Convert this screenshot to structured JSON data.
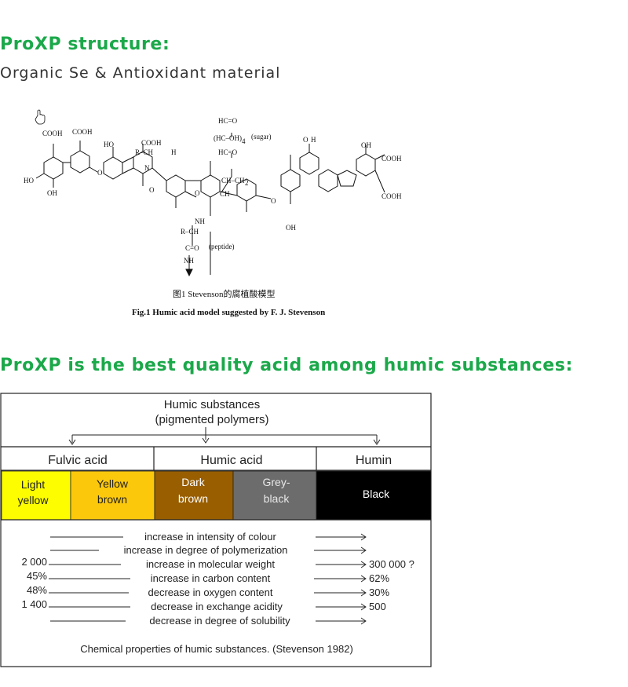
{
  "section1": {
    "heading": "ProXP structure:",
    "subtitle": "Organic Se & Antioxidant material"
  },
  "structure_figure": {
    "cursor_icon": "hand-cursor-icon",
    "labels": {
      "cooh_1": "COOH",
      "cooh_2": "COOH",
      "cooh_3": "COOH",
      "cooh_4": "COOH",
      "cooh_5": "COOH",
      "ho_1": "HO",
      "ho_2": "HO",
      "oh_1": "OH",
      "oh_2": "OH",
      "oh_3": "OH",
      "r_ch": "R–CH",
      "r_ch_2": "R–CH",
      "n_label": "N",
      "nh_1": "NH",
      "nh_2": "NH",
      "h_1": "H",
      "h_2": "H",
      "o_small": "O",
      "hc_o_1": "HC=O",
      "hc_oh": "(HC–OH)",
      "sub_4": "4",
      "sugar": "(sugar)",
      "hc_o_2": "HC=O",
      "ch_ch2": "CH–CH",
      "sub_2": "2",
      "ch": "CH",
      "c_o": "C=O",
      "peptide": "(peptide)",
      "o_ring_1": "O",
      "o_ring_2": "O",
      "o_ring_3": "O",
      "o_ring_4": "O"
    },
    "caption_cn": "图1  Stevenson的腐植酸模型",
    "caption_en": "Fig.1 Humic acid model suggested by F. J. Stevenson"
  },
  "section2": {
    "heading": "ProXP is the best quality acid among humic substances:"
  },
  "humic_diagram": {
    "title_line1": "Humic substances",
    "title_line2": "(pigmented polymers)",
    "categories": [
      "Fulvic acid",
      "Humic acid",
      "Humin"
    ],
    "color_cells": [
      {
        "line1": "Light",
        "line2": "yellow",
        "color": "#fdfd00"
      },
      {
        "line1": "Yellow",
        "line2": "brown",
        "color": "#fcc80c"
      },
      {
        "line1": "Dark",
        "line2": "brown",
        "color": "#985e00"
      },
      {
        "line1": "Grey-",
        "line2": "black",
        "color": "#6c6c6c"
      },
      {
        "line1": "Black",
        "line2": "",
        "color": "#000000"
      }
    ],
    "properties": [
      {
        "left": "",
        "text": "increase in intensity of colour",
        "right": ""
      },
      {
        "left": "",
        "text": "increase in degree of polymerization",
        "right": ""
      },
      {
        "left": "2 000",
        "text": "increase in molecular weight",
        "right": "300 000 ?"
      },
      {
        "left": "45%",
        "text": "increase in carbon content",
        "right": "62%"
      },
      {
        "left": "48%",
        "text": "decrease in oxygen content",
        "right": "30%"
      },
      {
        "left": "1 400",
        "text": "decrease in exchange acidity",
        "right": "500"
      },
      {
        "left": "",
        "text": "decrease in degree of solubility",
        "right": ""
      }
    ],
    "caption": "Chemical properties of humic substances. (Stevenson 1982)"
  }
}
